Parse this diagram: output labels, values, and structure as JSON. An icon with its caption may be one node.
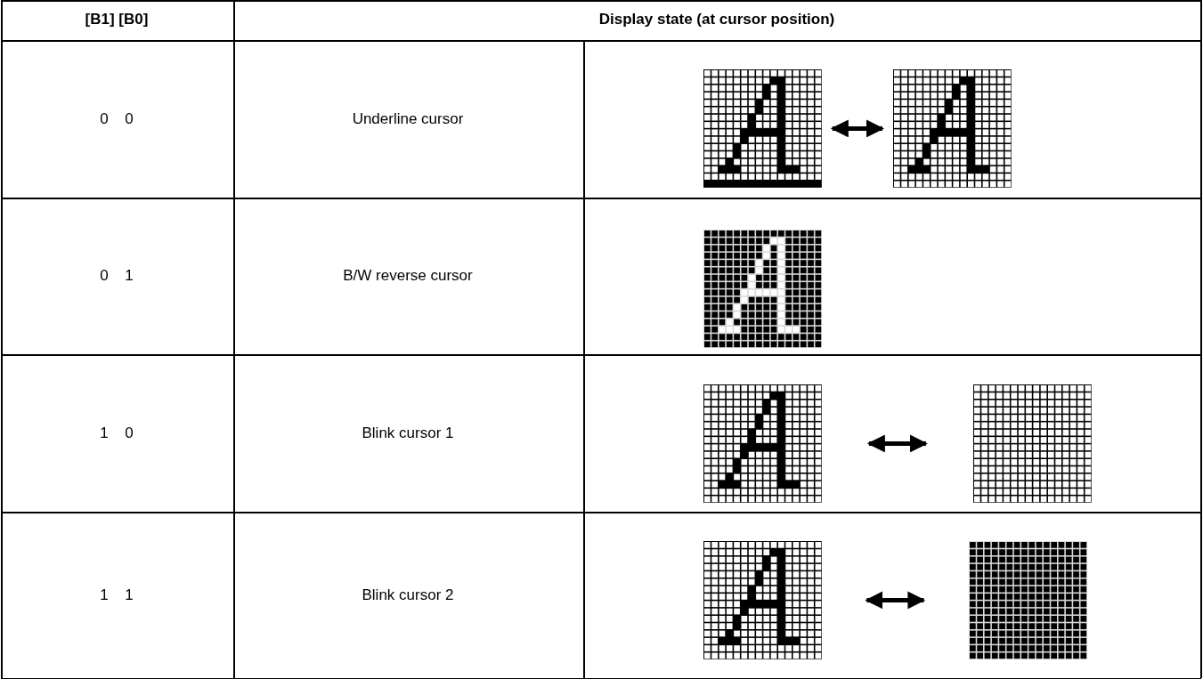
{
  "diagram": {
    "nodes": [
      {
        "text": [],
        "shape": "picture"
      },
      {
        "text": [],
        "shape": "picture"
      },
      {
        "text": [],
        "shape": "picture"
      },
      {
        "text": [],
        "shape": "picture"
      },
      {
        "text": [],
        "shape": "picture"
      },
      {
        "text": [],
        "shape": "picture"
      },
      {
        "text": [],
        "shape": "picture"
      }
    ],
    "edges": [
      {
        "from": 0,
        "to": 1,
        "arrow": "both"
      },
      {
        "from": 3,
        "to": 4,
        "arrow": "both"
      },
      {
        "from": 5,
        "to": 6,
        "arrow": "both"
      }
    ],
    "labels": [
      "[B1] [B0]",
      "Display state (at cursor position)",
      "0 0",
      "Underline cursor",
      "0 1",
      "B/W reverse cursor",
      "1 0",
      "Blink cursor 1",
      "1 1",
      "Blink cursor 2"
    ]
  }
}
